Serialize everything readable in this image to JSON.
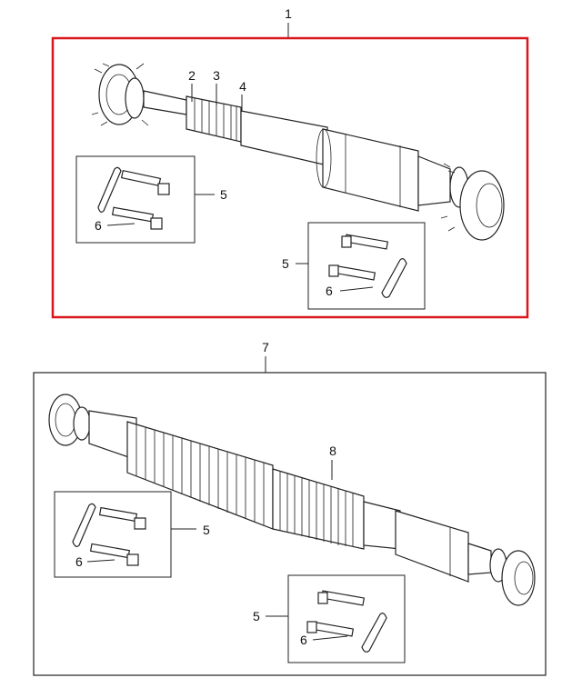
{
  "assembly_top": {
    "callout": "1",
    "frame_color": "#d9161c",
    "parts": {
      "p2": "2",
      "p3": "3",
      "p4": "4"
    },
    "kit_left": {
      "p5": "5",
      "p6": "6"
    },
    "kit_right": {
      "p5": "5",
      "p6": "6"
    }
  },
  "assembly_bottom": {
    "callout": "7",
    "parts": {
      "p8": "8"
    },
    "kit_left": {
      "p5": "5",
      "p6": "6"
    },
    "kit_right": {
      "p5": "5",
      "p6": "6"
    }
  }
}
